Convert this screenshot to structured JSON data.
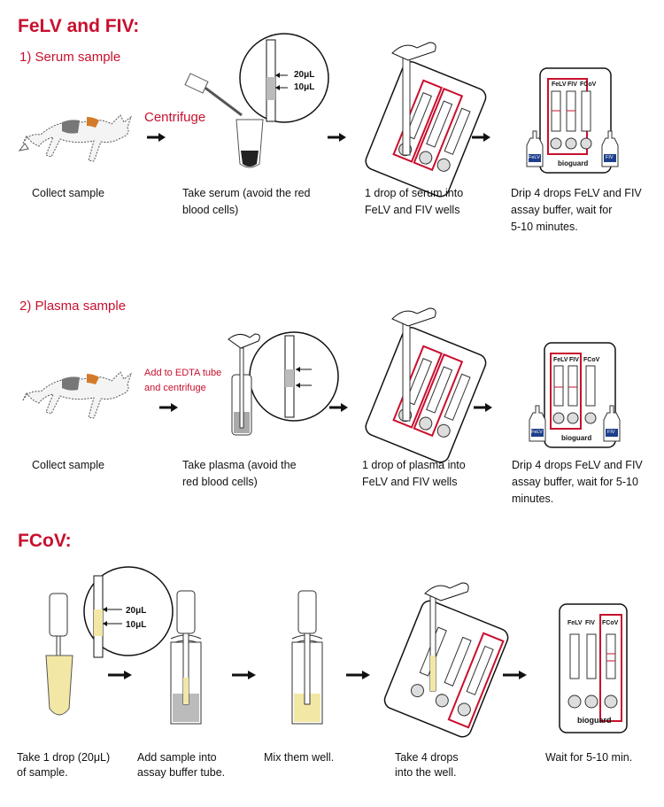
{
  "title": "FeLV and FIV:",
  "serum": {
    "heading": "1) Serum sample",
    "centrifuge": "Centrifuge",
    "vol_20": "20μL",
    "vol_10": "10μL",
    "captions": {
      "s1": "Collect sample",
      "s2a": "Take serum (avoid the red",
      "s2b": "blood cells)",
      "s3a": "1 drop of serum into",
      "s3b": "FeLV and FIV wells",
      "s4a": "Drip 4 drops FeLV and FIV",
      "s4b": "assay buffer, wait for",
      "s4c": "5-10 minutes."
    }
  },
  "plasma": {
    "heading": "2)  Plasma sample",
    "edta_a": "Add to EDTA tube",
    "edta_b": "and centrifuge",
    "captions": {
      "s1": "Collect sample",
      "s2a": "Take plasma (avoid the",
      "s2b": "red blood cells)",
      "s3a": "1 drop of plasma into",
      "s3b": "FeLV and FIV wells",
      "s4a": "Drip 4 drops FeLV and FIV",
      "s4b": "assay buffer, wait for 5-10",
      "s4c": "minutes."
    }
  },
  "fcov": {
    "heading": "FCoV:",
    "vol_20": "20μL",
    "vol_10": "10μL",
    "captions": {
      "s1a": "Take 1 drop (20μL)",
      "s1b": "of sample.",
      "s2a": "Add sample into",
      "s2b": "assay buffer tube.",
      "s3": "Mix them well.",
      "s4a": "Take 4 drops",
      "s4b": "into the well.",
      "s5": "Wait for 5-10 min."
    }
  },
  "device": {
    "brand": "bioguard",
    "lane_felv": "FeLV",
    "lane_fiv": "FIV",
    "lane_fcov": "FCoV",
    "bottle_felv": "FeLV",
    "bottle_fiv": "FIV"
  },
  "colors": {
    "accent": "#c8102e",
    "plasma": "#f3e7a6",
    "ink": "#111111"
  }
}
